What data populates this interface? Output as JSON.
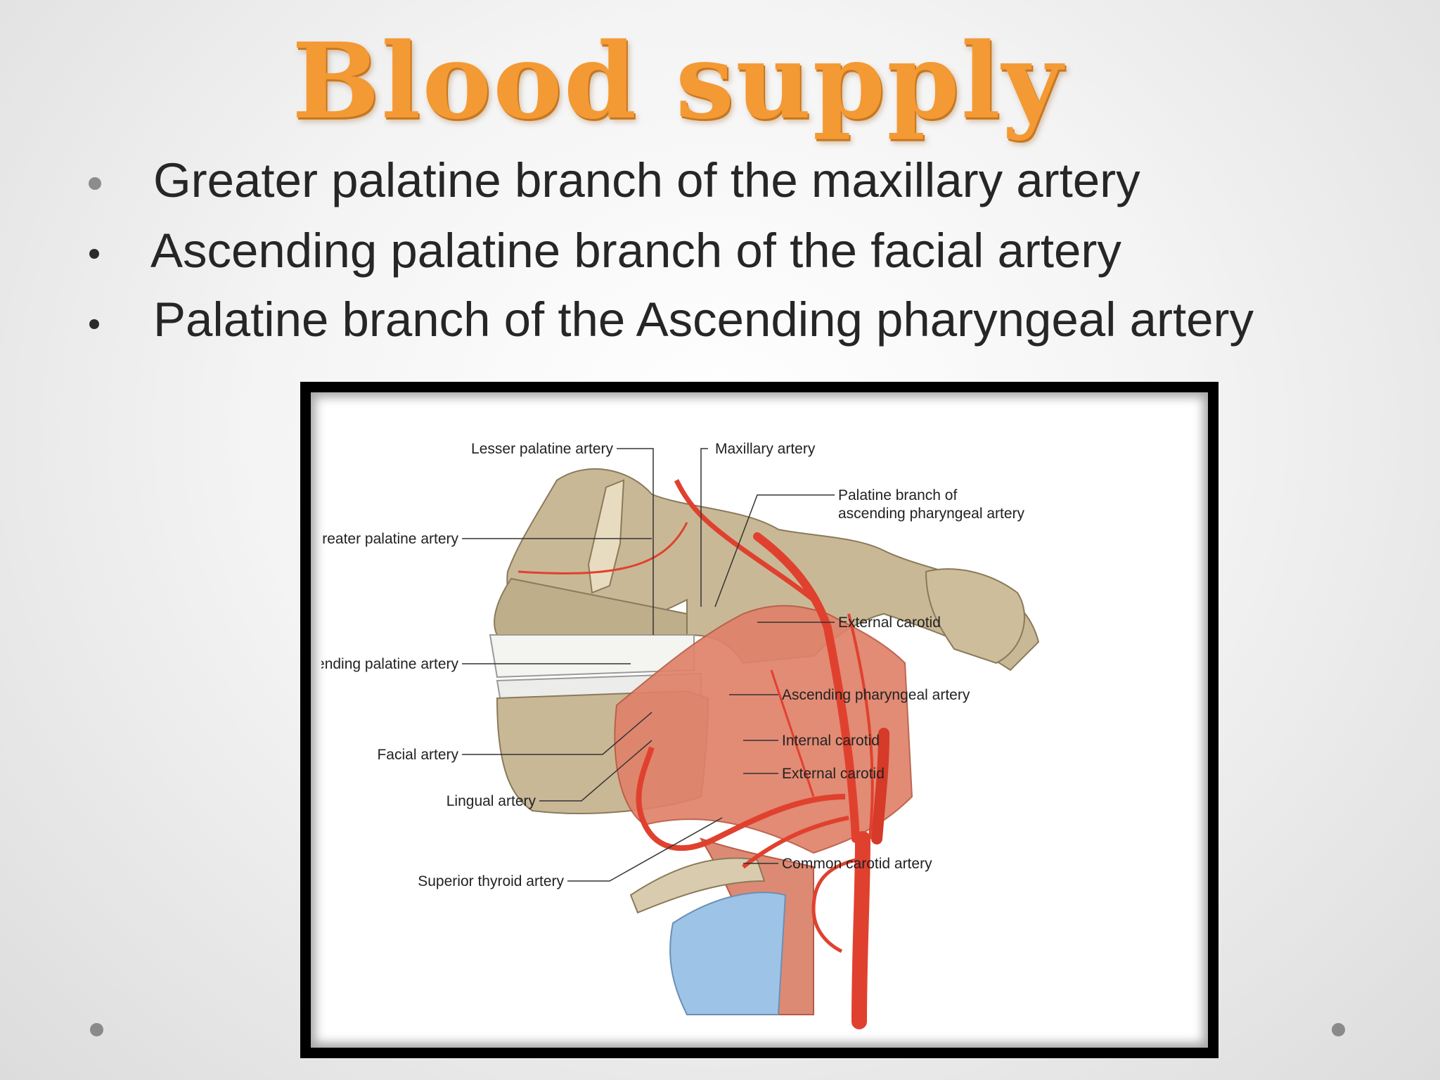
{
  "slide": {
    "title": "Blood supply",
    "bullets": [
      "Greater palatine branch of the maxillary artery",
      "Ascending palatine branch of the facial artery",
      "Palatine branch of the Ascending pharyngeal artery"
    ]
  },
  "figure": {
    "labels": {
      "lesser_palatine": "Lesser palatine artery",
      "maxillary": "Maxillary artery",
      "palatine_branch_line1": "Palatine branch of",
      "palatine_branch_line2": "ascending pharyngeal artery",
      "greater_palatine": "Greater palatine artery",
      "external_carotid_upper": "External carotid",
      "ascending_palatine": "Ascending palatine artery",
      "ascending_pharyngeal": "Ascending pharyngeal artery",
      "internal_carotid": "Internal carotid",
      "external_carotid_lower": "External carotid",
      "facial": "Facial artery",
      "lingual": "Lingual artery",
      "common_carotid": "Common carotid artery",
      "superior_thyroid": "Superior thyroid artery"
    }
  },
  "colors": {
    "title": "#f39a35",
    "bone": "#c9b896",
    "muscle": "#e0826a",
    "artery": "#e0412e",
    "cartilage": "#9dc3e6"
  }
}
